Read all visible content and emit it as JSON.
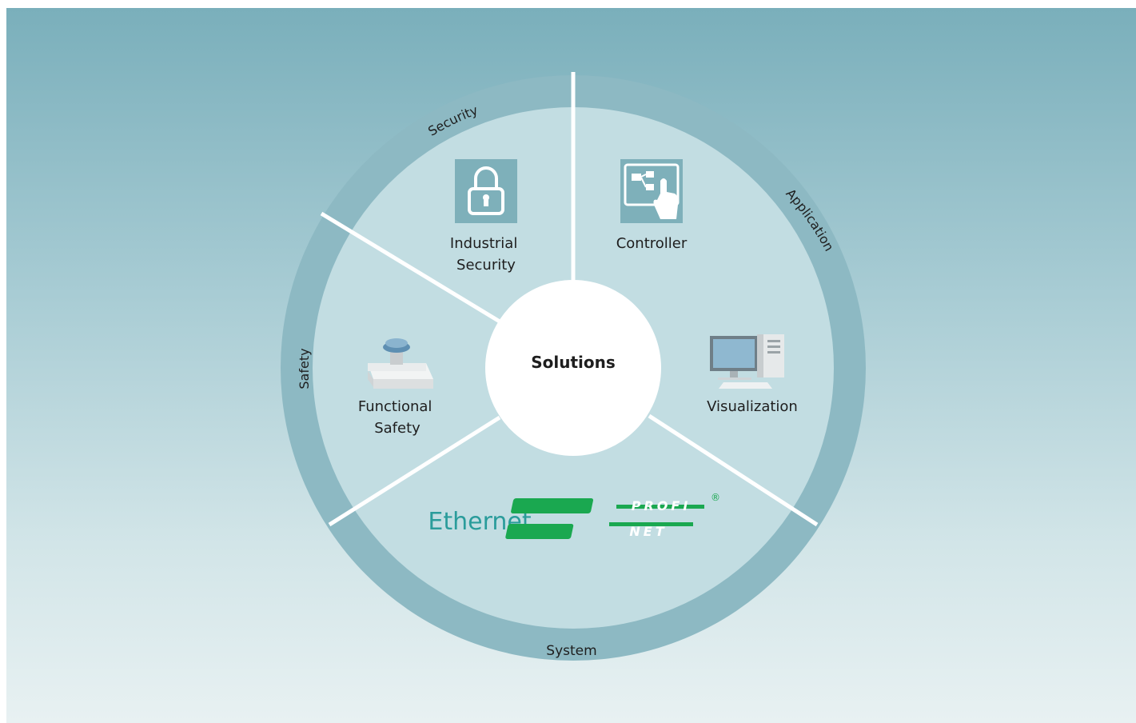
{
  "center": {
    "label": "Solutions"
  },
  "ring": {
    "security": "Security",
    "application": "Application",
    "safety": "Safety",
    "system": "System"
  },
  "segments": {
    "industrial_security": {
      "line1": "Industrial",
      "line2": "Security",
      "icon": "padlock-icon"
    },
    "controller": {
      "label": "Controller",
      "icon": "touch-panel-icon"
    },
    "visualization": {
      "label": "Visualization",
      "icon": "desktop-computer-icon"
    },
    "functional_safety": {
      "line1": "Functional",
      "line2": "Safety",
      "icon": "emergency-stop-button-icon"
    }
  },
  "network": {
    "ethernet": "Ethernet",
    "profinet_top": "PROFI",
    "profinet_bottom": "NET",
    "registered": "®"
  },
  "colors": {
    "ring": "#8db9c3",
    "inner": "#c2dde2",
    "accent_teal": "#2a9c9b",
    "icon_tile": "#7eb0ba",
    "profinet_green": "#1aa850"
  }
}
